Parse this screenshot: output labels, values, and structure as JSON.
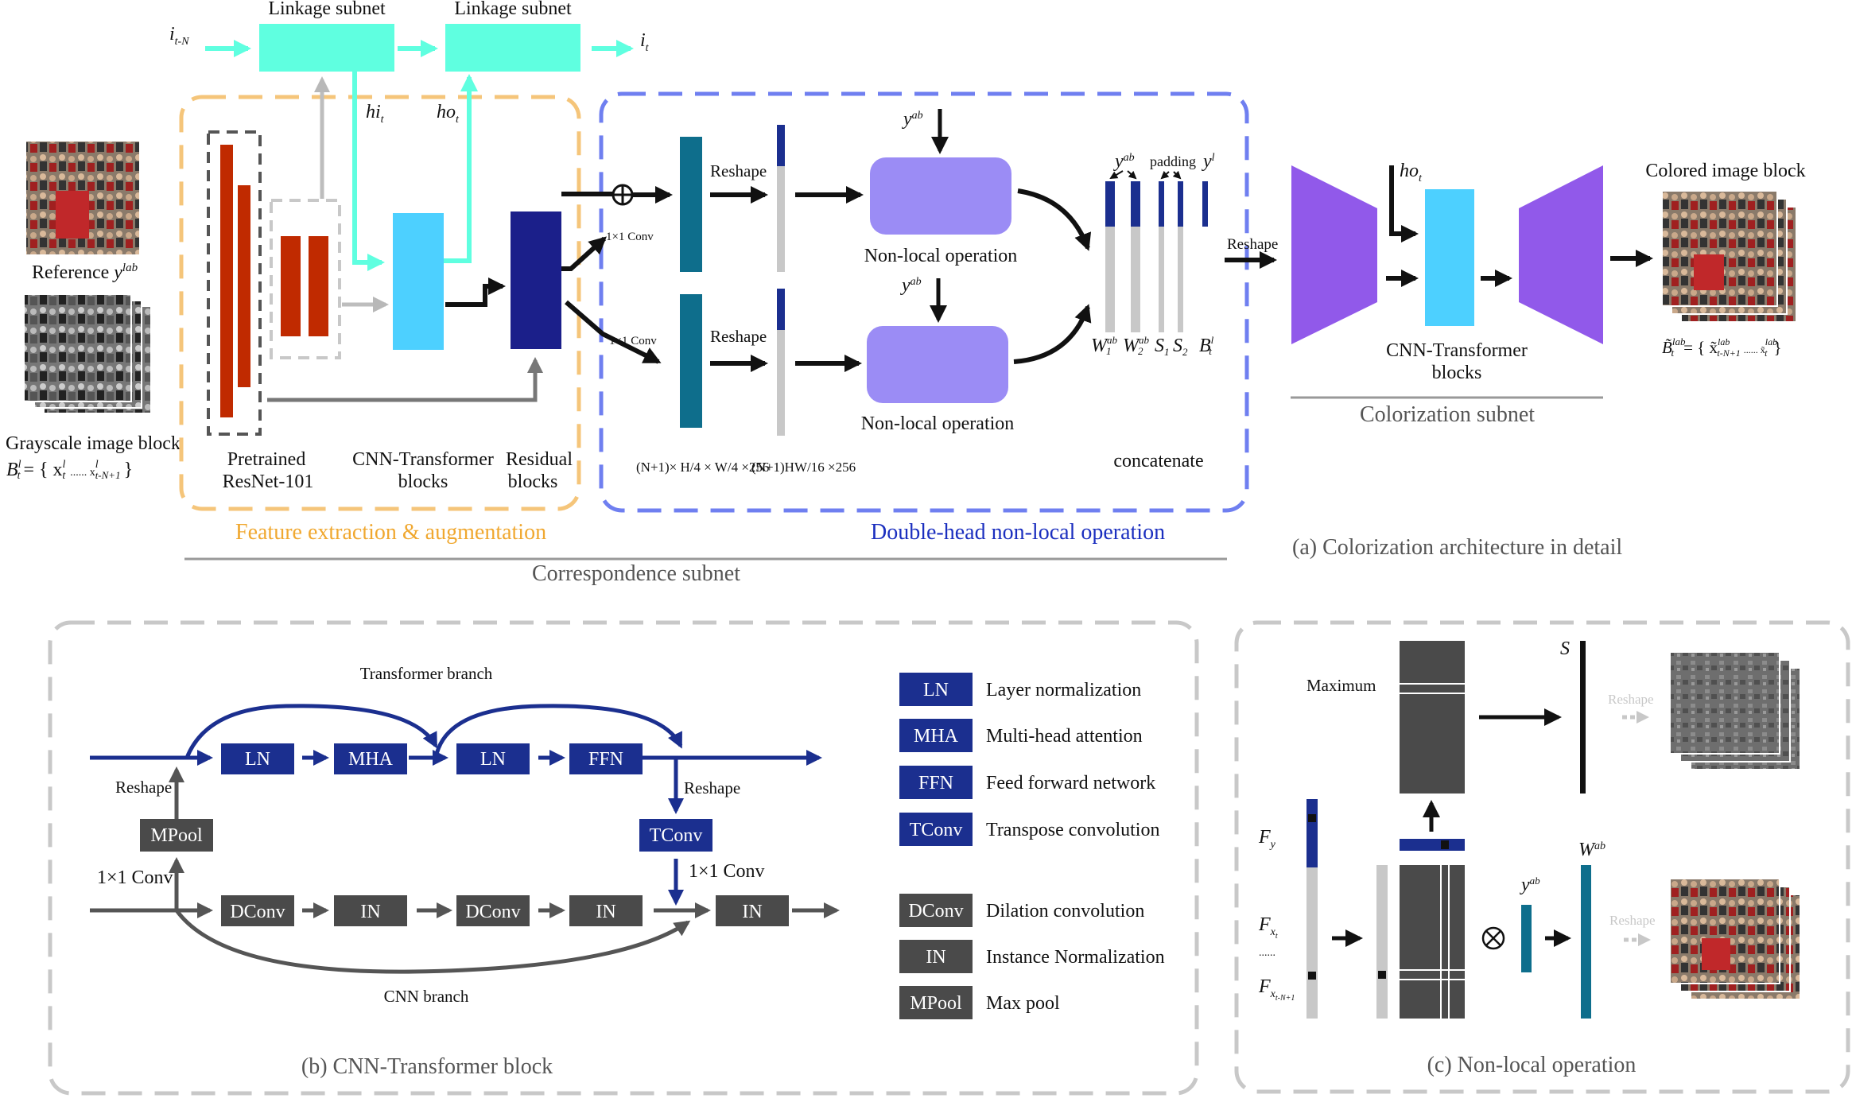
{
  "top": {
    "linkage_1": "Linkage subnet",
    "linkage_2": "Linkage subnet",
    "i_in": "i",
    "i_in_sub": "t-N",
    "i_out": "i",
    "i_out_sub": "t",
    "hi": "hi",
    "hi_sub": "t",
    "ho": "ho",
    "ho_sub": "t"
  },
  "inputs": {
    "reference_label": "Reference",
    "reference_symbol": "y",
    "reference_sup": "lab",
    "grayscale_label": "Grayscale image block",
    "formula_lhs": "B",
    "formula_sup": "l",
    "formula_sub": "t",
    "formula_body": "= { x",
    "formula_body2": "...... x",
    "formula_close": "}",
    "formula_x1_sup": "l",
    "formula_x1_sub": "t",
    "formula_x2_sup": "l",
    "formula_x2_sub": "t-N+1"
  },
  "feature": {
    "pretrained": "Pretrained",
    "resnet": "ResNet-101",
    "cnn_t1": "CNN-Transformer",
    "cnn_t2": "blocks",
    "residual1": "Residual",
    "residual2": "blocks",
    "section": "Feature extraction & augmentation"
  },
  "doublehead": {
    "conv_top": "1×1 Conv",
    "conv_bottom": "1×1 Conv",
    "reshape_top": "Reshape",
    "reshape_bottom": "Reshape",
    "nonlocal_top": "Non-local operation",
    "nonlocal_bottom": "Non-local operation",
    "yab": "y",
    "yab_sup": "ab",
    "dim1": "(N+1)× H/4 × W/4 ×256",
    "dim2": "(N+1)HW/16 ×256",
    "padding": "padding",
    "concat_label": "concatenate",
    "section": "Double-head non-local operation"
  },
  "concat": {
    "yab": "y",
    "yab_sup": "ab",
    "yl": "y",
    "yl_sup": "l",
    "w1": "W",
    "w1_sup": "ab",
    "w1_sub": "1",
    "w2": "W",
    "w2_sup": "ab",
    "w2_sub": "2",
    "s1": "S",
    "s1_sub": "1",
    "s2": "S",
    "s2_sub": "2",
    "b": "B",
    "b_sup": "l",
    "b_sub": "t"
  },
  "correspondence_label": "Correspondence subnet",
  "colorization": {
    "reshape": "Reshape",
    "ho": "ho",
    "ho_sub": "t",
    "cnn_t1": "CNN-Transformer",
    "cnn_t2": "blocks",
    "output_label": "Colored image block",
    "subnet_label": "Colorization subnet",
    "caption": "(a) Colorization architecture in detail",
    "out_formula": "B̃",
    "out_formula_sup": "lab",
    "out_formula_sub": "t",
    "out_formula_body": "= { x̃",
    "out_formula_body2": "...... x̃",
    "out_formula_close": "}",
    "out_x1_sup": "lab",
    "out_x1_sub": "t-N+1",
    "out_x2_sup": "lab",
    "out_x2_sub": "t"
  },
  "block": {
    "transformer_branch": "Transformer branch",
    "cnn_branch": "CNN branch",
    "ln1": "LN",
    "mha": "MHA",
    "ln2": "LN",
    "ffn": "FFN",
    "mpool": "MPool",
    "tconv": "TConv",
    "dconv1": "DConv",
    "in1": "IN",
    "dconv2": "DConv",
    "in2": "IN",
    "in3": "IN",
    "reshape_left": "Reshape",
    "reshape_right": "Reshape",
    "conv_left": "1×1 Conv",
    "conv_right": "1×1 Conv",
    "caption": "(b) CNN-Transformer block"
  },
  "legend": [
    {
      "abbr": "LN",
      "desc": "Layer normalization",
      "color": "#1b2f8f"
    },
    {
      "abbr": "MHA",
      "desc": "Multi-head attention",
      "color": "#1b2f8f"
    },
    {
      "abbr": "FFN",
      "desc": "Feed forward network",
      "color": "#1b2f8f"
    },
    {
      "abbr": "TConv",
      "desc": "Transpose convolution",
      "color": "#1b2f8f"
    },
    {
      "abbr": "DConv",
      "desc": "Dilation convolution",
      "color": "#4a4a4a"
    },
    {
      "abbr": "IN",
      "desc": "Instance Normalization",
      "color": "#4a4a4a"
    },
    {
      "abbr": "MPool",
      "desc": "Max pool",
      "color": "#4a4a4a"
    }
  ],
  "nonlocal": {
    "maximum": "Maximum",
    "s_label": "S",
    "reshape_top": "Reshape",
    "reshape_bottom": "Reshape",
    "fy": "F",
    "fy_sub": "y",
    "fx": "F",
    "fx_sub": "x",
    "fx_subsub": "t",
    "dots": "......",
    "fxn": "F",
    "fxn_sub": "x",
    "fxn_subsub": "t-N+1",
    "yab": "y",
    "yab_sup": "ab",
    "wab": "W",
    "wab_sup": "ab",
    "otimes": "⊗",
    "caption": "(c) Non-local operation"
  },
  "colors": {
    "cyan": "#5fffe0",
    "lightblue": "#4dd0ff",
    "darkblue": "#1b1f8a",
    "navy": "#1b2f8f",
    "teal": "#0e6e8c",
    "purple": "#9b8cf5",
    "violet": "#9159ea",
    "red": "#c02a00",
    "orange": "#f5c57a",
    "dashblue": "#6f7ff0",
    "gray": "#4a4a4a"
  },
  "icons": [
    "reference-photo",
    "grayscale-photo-stack",
    "colored-photo-stack",
    "gray-reshape-stack",
    "color-reshape-stack",
    "plus-circle-icon",
    "otimes-icon"
  ]
}
